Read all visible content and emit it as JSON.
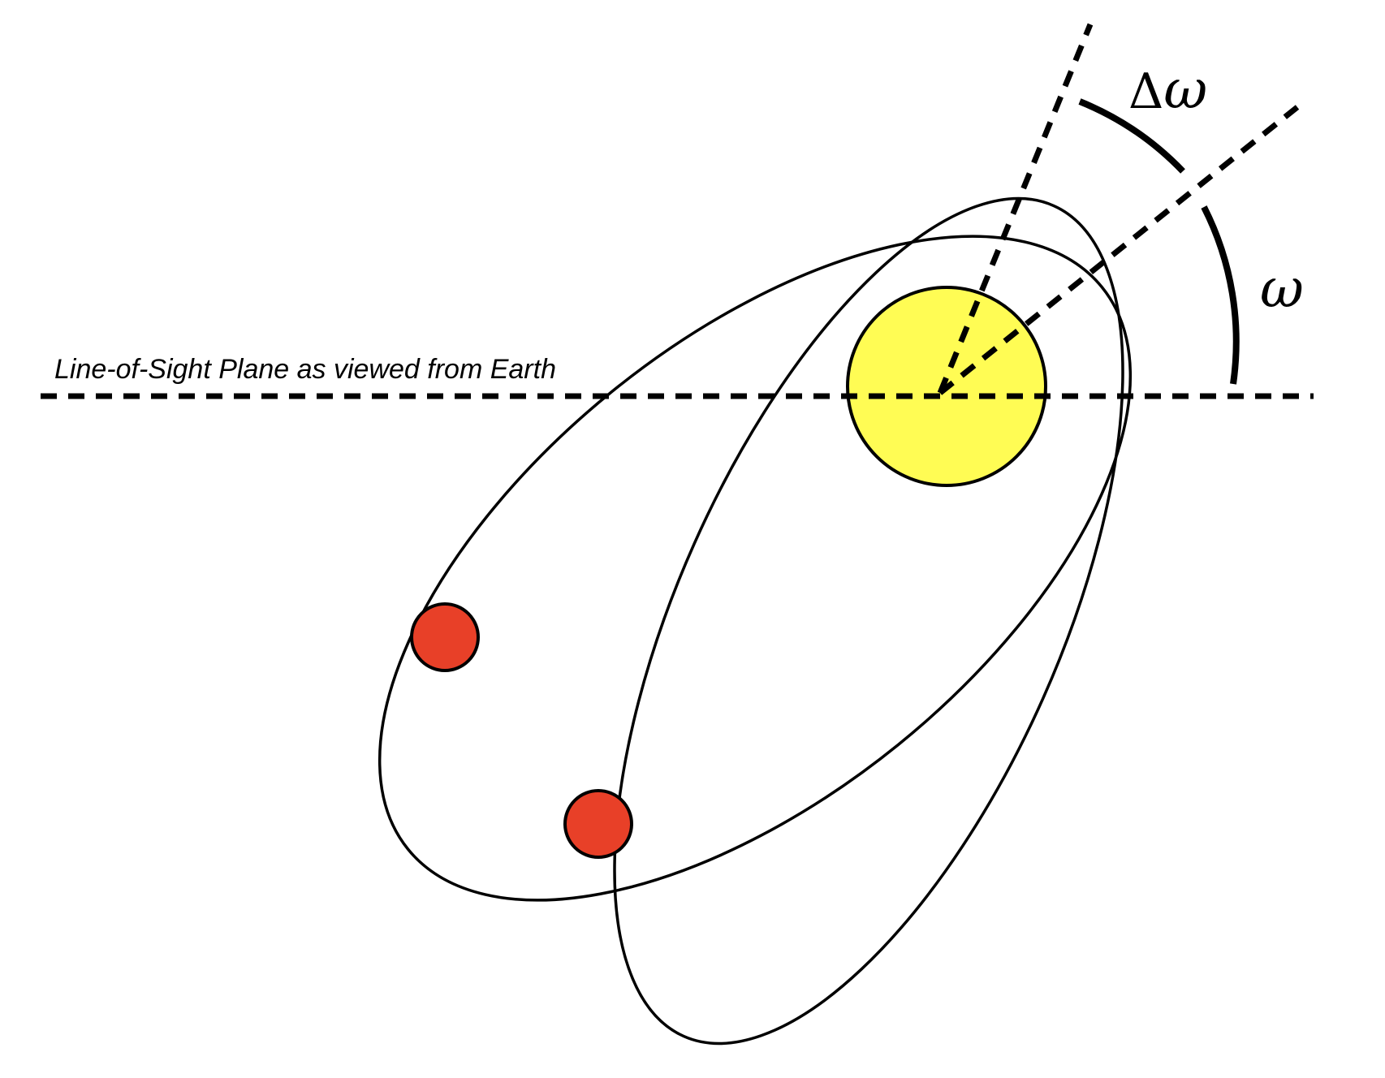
{
  "labels": {
    "line_of_sight": "Line-of-Sight Plane as viewed from Earth",
    "delta_prefix": "Δ",
    "delta_symbol": "ω",
    "omega": "ω"
  },
  "colors": {
    "star_fill": "#FFFC54",
    "planet_fill": "#E84028",
    "stroke": "#000000",
    "background": "#FFFFFF"
  }
}
